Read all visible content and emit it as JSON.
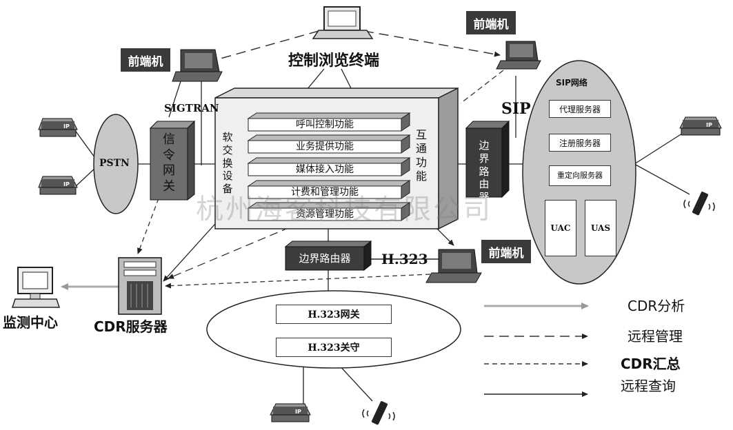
{
  "top": {
    "terminal_title": "控制浏览终端"
  },
  "frontends": {
    "left": "前端机",
    "right": "前端机",
    "bottom": "前端机"
  },
  "protocols": {
    "sigtran": "SIGTRAN",
    "sip": "SIP",
    "h323": "H.323"
  },
  "pstn": {
    "label": "PSTN"
  },
  "signal_gateway": {
    "label": "信令网关"
  },
  "softswitch": {
    "label": "软交换设备",
    "interop": "互通功能",
    "functions": [
      "呼叫控制功能",
      "业务提供功能",
      "媒体接入功能",
      "计费和管理功能",
      "资源管理功能"
    ]
  },
  "border_router_right": {
    "label": "边界路由器"
  },
  "border_router_bottom": {
    "label": "边界路由器"
  },
  "sip_network": {
    "title": "SIP网络",
    "servers": [
      "代理服务器",
      "注册服务器",
      "重定向服务器"
    ],
    "uac": "UAC",
    "uas": "UAS"
  },
  "h323_network": {
    "gateway": "H.323网关",
    "gatekeeper": "H.323关守"
  },
  "cdr_server": {
    "label": "CDR服务器"
  },
  "monitor": {
    "label": "监测中心"
  },
  "phone_badge": "IP",
  "watermark": "杭州海客科技有限公司",
  "legend": [
    {
      "style": "solid-gray",
      "label": "CDR分析"
    },
    {
      "style": "long-dash",
      "label": "远程管理"
    },
    {
      "style": "short-dash",
      "label": "CDR汇总"
    },
    {
      "style": "solid-black",
      "label": "远程查询"
    }
  ],
  "colors": {
    "dark_box": "#3a3a3a",
    "gray_fill": "#c8c8c8",
    "gateway_fill": "#6e6e6e"
  }
}
